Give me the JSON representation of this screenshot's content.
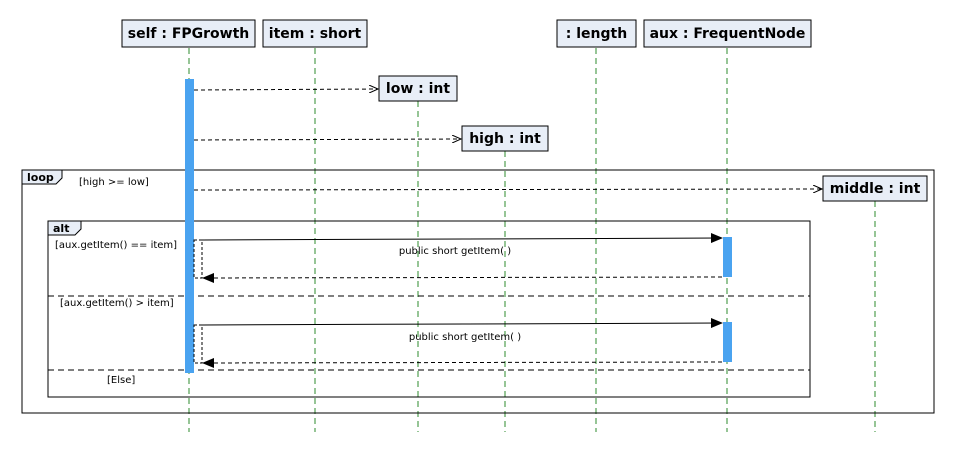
{
  "lifelines": [
    {
      "id": "fpgrowth",
      "label": "self : FPGrowth"
    },
    {
      "id": "item",
      "label": "item : short"
    },
    {
      "id": "length",
      "label": ": length"
    },
    {
      "id": "aux",
      "label": "aux : FrequentNode"
    }
  ],
  "created": [
    {
      "id": "low",
      "label": "low : int"
    },
    {
      "id": "high",
      "label": "high : int"
    },
    {
      "id": "middle",
      "label": "middle : int"
    }
  ],
  "loop": {
    "tag": "loop",
    "guard": "[high >= low]"
  },
  "alt": {
    "tag": "alt",
    "guards": [
      "[aux.getItem() == item]",
      "[aux.getItem() > item]",
      "[Else]"
    ]
  },
  "messages": [
    "public short  getItem( )",
    "public short  getItem( )"
  ],
  "colors": {
    "box_fill": "#e8eef7",
    "activation": "#4aa3f0",
    "lifeline": "#2e8b2e"
  }
}
